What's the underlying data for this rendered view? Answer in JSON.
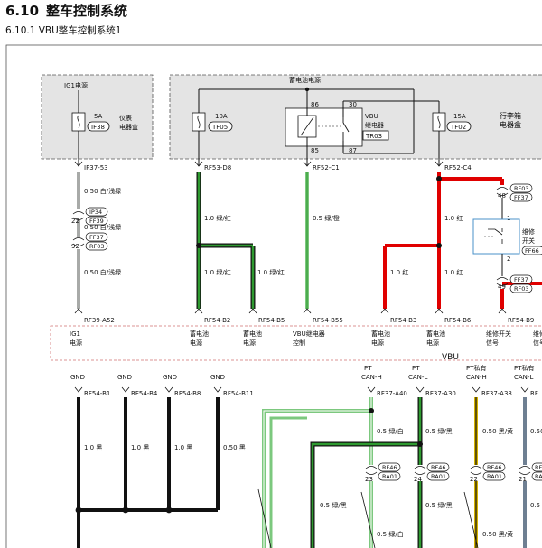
{
  "section": {
    "number": "6.10",
    "title": "整车控制系统",
    "subtitle": "6.10.1 VBU整车控制系统1"
  },
  "boxes": {
    "left_supply": "IG1电源",
    "left_box": [
      "仪表",
      "电器盒"
    ],
    "battery_supply": "蓄电池电源",
    "right_box": [
      "行李箱",
      "电器盒"
    ]
  },
  "fuses": {
    "if38": {
      "rating": "5A",
      "id": "IF38"
    },
    "tf05": {
      "rating": "10A",
      "id": "TF05"
    },
    "tf02": {
      "rating": "15A",
      "id": "TF02"
    }
  },
  "relay": {
    "name": [
      "VBU",
      "继电器"
    ],
    "id": "TR03",
    "pins": [
      "86",
      "30",
      "85",
      "87"
    ]
  },
  "top_connectors": [
    "IP37-53",
    "RF53-D8",
    "RF52-C1",
    "RF52-C4"
  ],
  "wires": {
    "white_green": "0.50 白/浅绿",
    "black_red_10": "1.0 绿/红",
    "green_orange": "0.5 绿/橙",
    "red_10": "1.0 红",
    "black_10": "1.0 黑",
    "black_050": "0.50 黑",
    "green_white": "0.5 绿/白",
    "green_black": "0.5 绿/黑",
    "black_yellow": "0.50 黑/黄",
    "partial_050": "0.50",
    "partial_05": "0.5"
  },
  "inline_connectors": {
    "ip34": {
      "pin": "22",
      "id": "IP34",
      "mate": "FF39"
    },
    "ff37": {
      "pin": "92",
      "id": "FF37",
      "mate": "RF03"
    },
    "rf03_48": {
      "pin": "48",
      "id": "RF03",
      "mate": "FF37"
    },
    "ff37_49": {
      "pin": "49",
      "id": "FF37",
      "mate": "RF03"
    },
    "rf46_23": {
      "pin": "23",
      "id": "RF46",
      "mate": "RA01"
    },
    "rf46_24": {
      "pin": "24",
      "id": "RF46",
      "mate": "RA01"
    },
    "rf46_22": {
      "pin": "22",
      "id": "RF46",
      "mate": "RA01"
    },
    "rf46_21": {
      "pin": "21",
      "id": "RF",
      "mate": "RA"
    }
  },
  "switch": {
    "name": [
      "维修",
      "开关"
    ],
    "id": "FF66",
    "pin1": "1",
    "pin2": "2"
  },
  "vbu_pins_top": [
    "RF39-A52",
    "RF54-B2",
    "RF54-B5",
    "RF54-B55",
    "RF54-B3",
    "RF54-B6",
    "RF54-B9"
  ],
  "vbu_labels_top": [
    [
      "IG1",
      "电源"
    ],
    [
      "蓄电池",
      "电源"
    ],
    [
      "蓄电池",
      "电源"
    ],
    [
      "VBU继电器",
      "控制"
    ],
    [
      "蓄电池",
      "电源"
    ],
    [
      "蓄电池",
      "电源"
    ],
    [
      "维修开关",
      "信号"
    ],
    [
      "维修",
      "信号"
    ]
  ],
  "vbu_name": "VBU",
  "vbu_labels_bottom": [
    "GND",
    "GND",
    "GND",
    "GND",
    [
      "PT",
      "CAN-H"
    ],
    [
      "PT",
      "CAN-L"
    ],
    [
      "PT私有",
      "CAN-H"
    ],
    [
      "PT私有",
      "CAN-L"
    ]
  ],
  "vbu_pins_bottom": [
    "RF54-B1",
    "RF54-B4",
    "RF54-B8",
    "RF54-B11",
    "RF37-A40",
    "RF37-A30",
    "RF37-A38",
    "RF"
  ],
  "colors": {
    "green": "#2e9a30",
    "red": "#e00000",
    "black": "#111111",
    "grey": "#a8aaa8",
    "yellow": "#d6b400",
    "lightgreen": "#7cc87e",
    "slate": "#6e7f92",
    "vbu_border": "#d07070",
    "shade": "#e4e4e4",
    "switch_blue": "#4a90c8"
  }
}
